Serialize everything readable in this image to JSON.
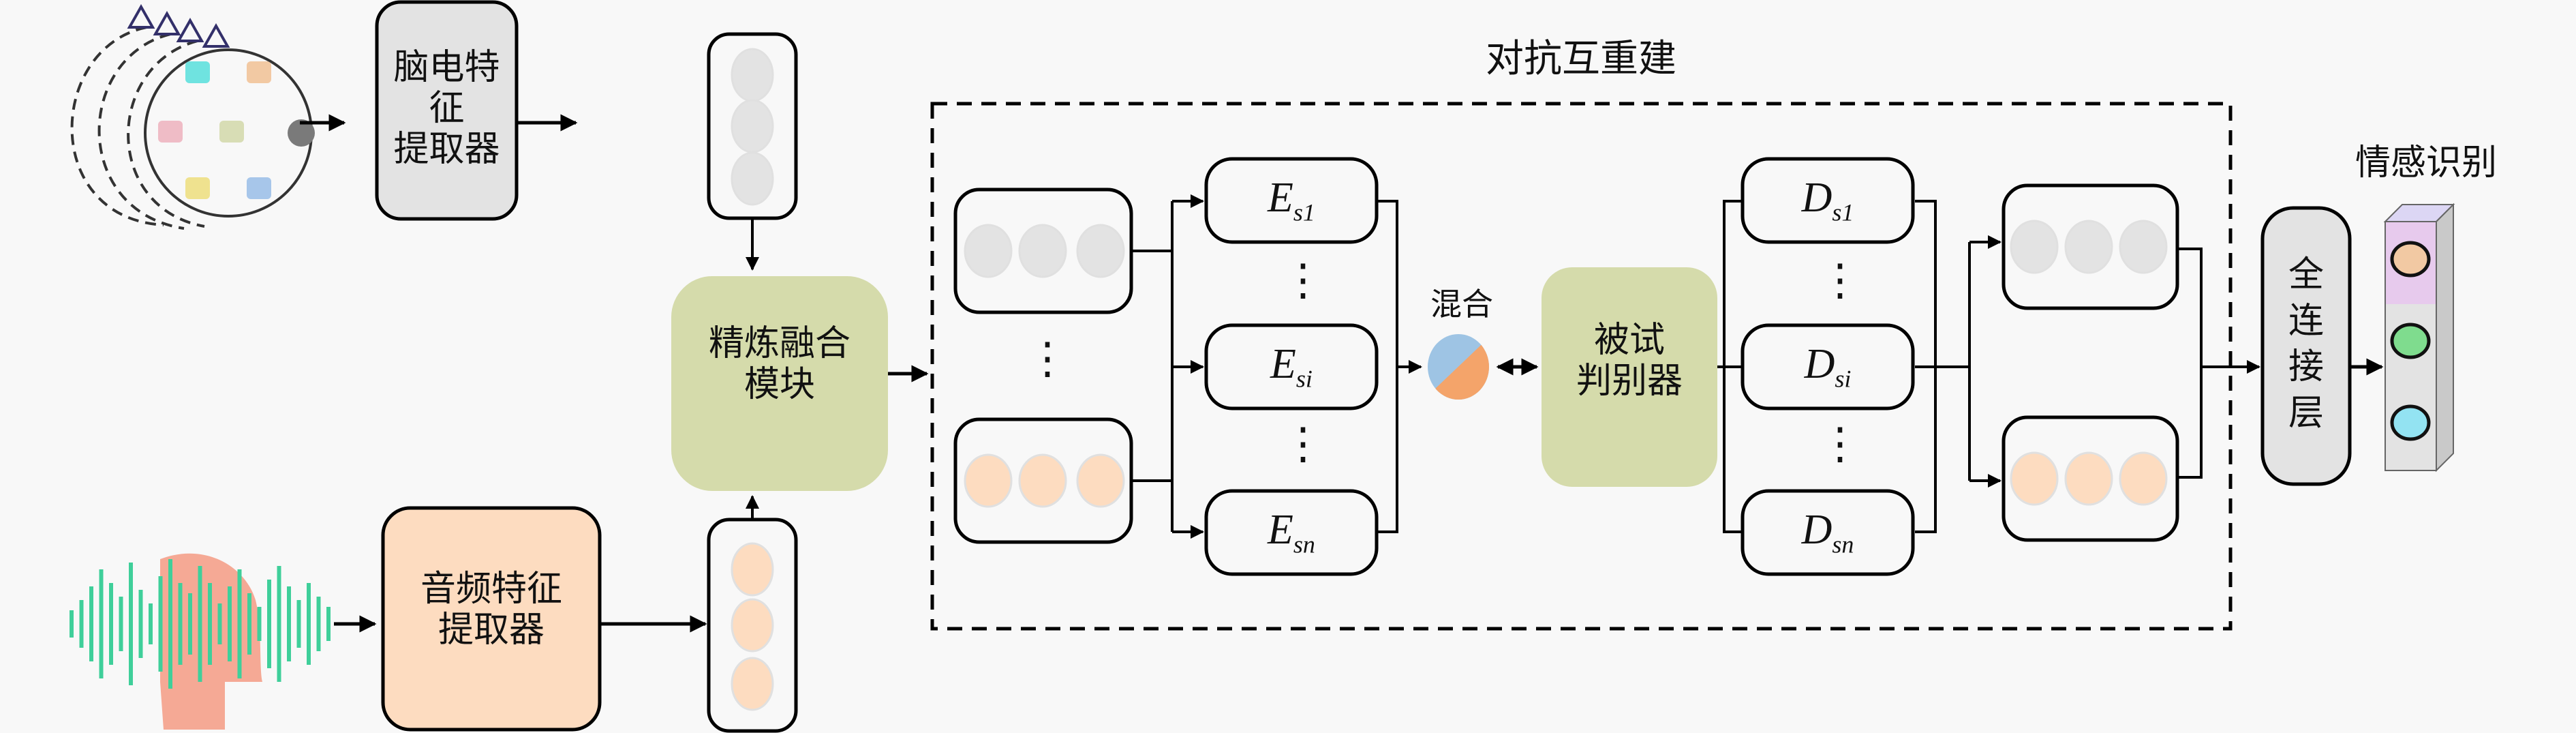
{
  "diagram": {
    "title": "对抗互重建",
    "inputs": {
      "eeg": {
        "icon": "eeg-head-electrode-cap-icon",
        "electrode_colors": [
          "#6fe3e0",
          "#f2c9a3",
          "#efbcc6",
          "#d8ddb5",
          "#7a7a7a",
          "#efe28f",
          "#a7c6ea"
        ]
      },
      "audio": {
        "icon": "audio-waveform-head-icon",
        "wave_color": "#3fcf9a",
        "head_color": "#f4a48f"
      }
    },
    "extractors": {
      "eeg_label": "脑电特征\n提取器",
      "audio_label": "音频特征\n提取器",
      "eeg_color": "#e3e3e3",
      "audio_color": "#fddcc0"
    },
    "fusion": {
      "label": "精炼融合\n模块",
      "color": "#d5dbab"
    },
    "encoders": [
      {
        "base": "E",
        "sub": "s1"
      },
      {
        "base": "E",
        "sub": "si"
      },
      {
        "base": "E",
        "sub": "sn"
      }
    ],
    "decoders": [
      {
        "base": "D",
        "sub": "s1"
      },
      {
        "base": "D",
        "sub": "si"
      },
      {
        "base": "D",
        "sub": "sn"
      }
    ],
    "ellipsis": "⋮",
    "mix_label": "混合",
    "mix_colors": [
      "#9ec4e4",
      "#f4a46a"
    ],
    "discriminator": {
      "label": "被试\n判别器",
      "color": "#d5dbab"
    },
    "fc_layer": {
      "label": "全\n连\n接\n层",
      "color": "#e3e3e3"
    },
    "output": {
      "label": "情感识别",
      "classes": [
        {
          "color": "#f2c9a3"
        },
        {
          "color": "#7fdc8e"
        },
        {
          "color": "#93e3f2"
        }
      ]
    },
    "feature_colors": {
      "eeg": "#e3e3e3",
      "audio": "#fddcc0"
    }
  }
}
